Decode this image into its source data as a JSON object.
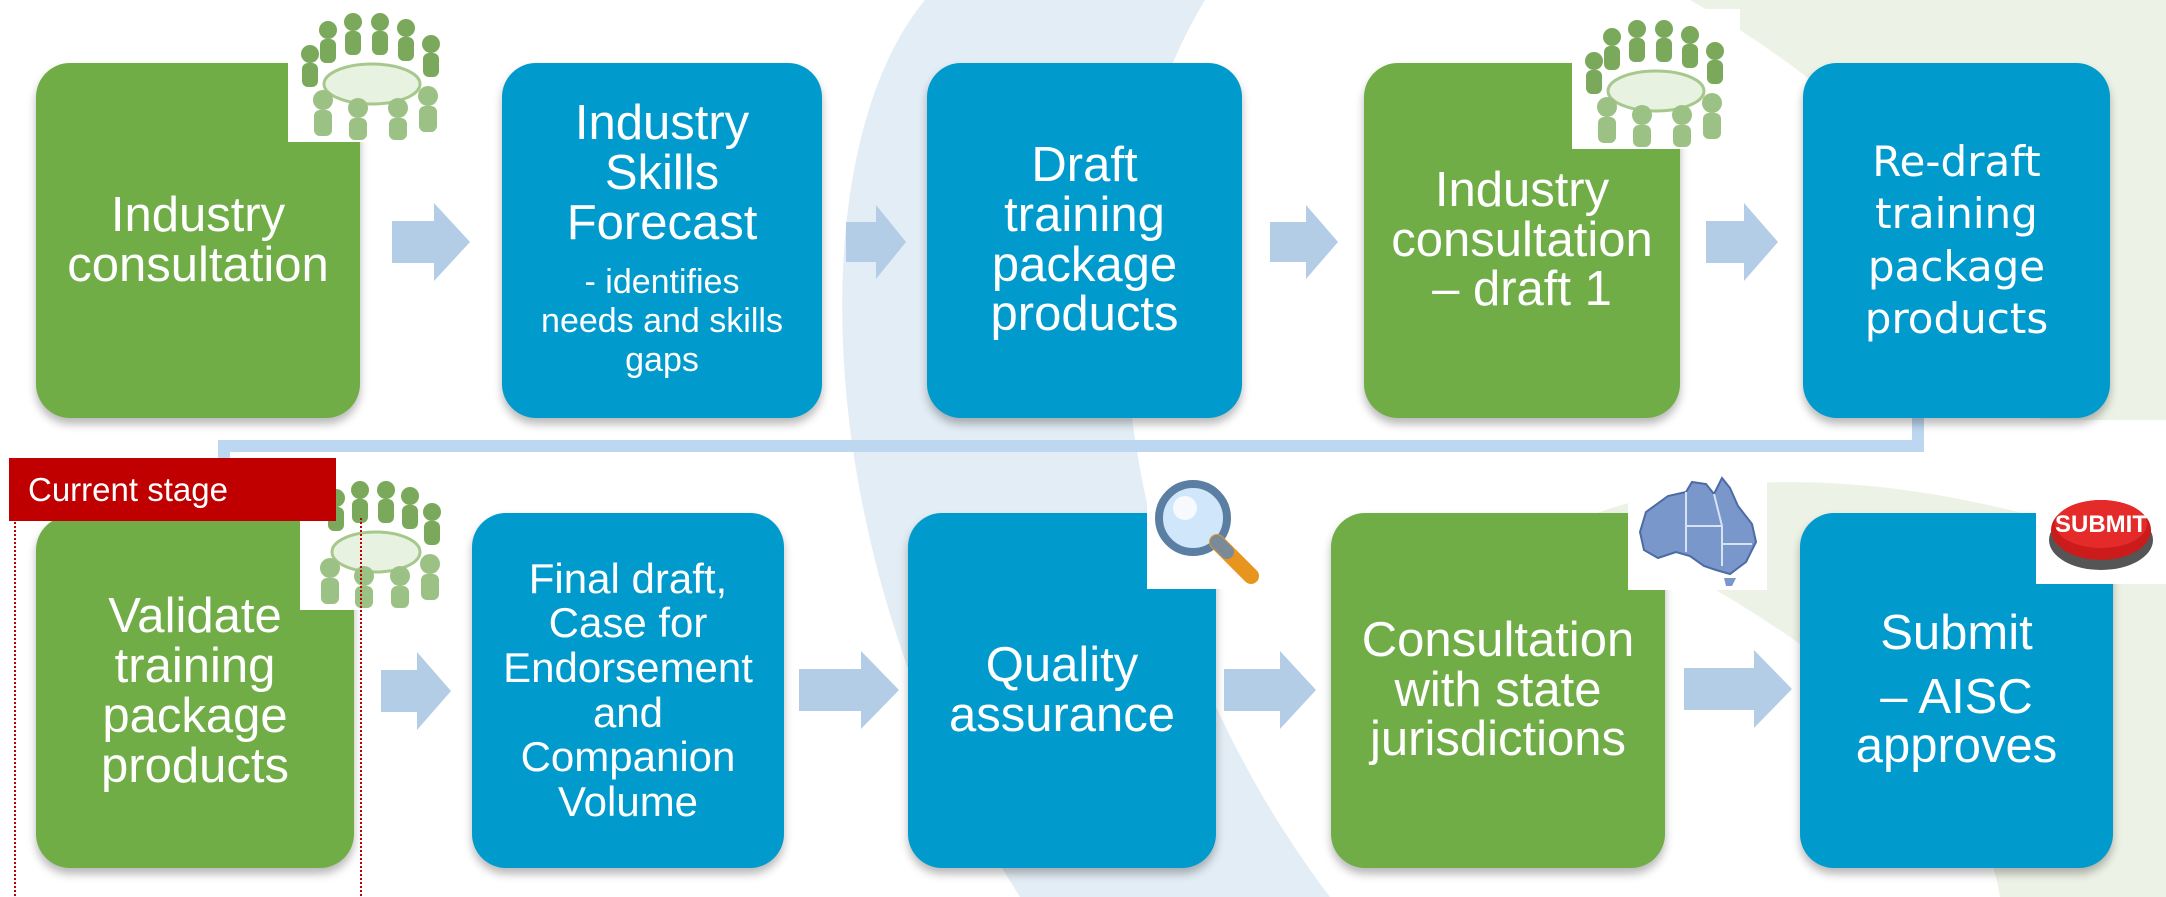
{
  "colors": {
    "green": "#70ad47",
    "blue": "#009acd",
    "arrow": "#b4cde6",
    "connector": "#bcd7ef",
    "current_stage": "#c00000"
  },
  "row1": [
    {
      "title": "Industry\nconsultation",
      "color": "green",
      "icon": "people-meeting-icon"
    },
    {
      "title": "Industry\nSkills\nForecast",
      "subtitle": "- identifies\nneeds and skills\ngaps",
      "color": "blue"
    },
    {
      "title": "Draft\ntraining\npackage\nproducts",
      "color": "blue"
    },
    {
      "title": "Industry\nconsultation\n– draft 1",
      "color": "green",
      "icon": "people-meeting-icon"
    },
    {
      "title": "Re-draft\ntraining\npackage\nproducts",
      "color": "blue"
    }
  ],
  "row2": [
    {
      "title": "Validate\ntraining\npackage\nproducts",
      "color": "green",
      "icon": "people-meeting-icon"
    },
    {
      "title": "Final draft,\nCase for\nEndorsement\nand\nCompanion\nVolume",
      "color": "blue"
    },
    {
      "title": "Quality\nassurance",
      "color": "blue",
      "icon": "magnifying-glass-icon"
    },
    {
      "title": "Consultation\nwith state\njurisdictions",
      "color": "green",
      "icon": "australia-map-icon"
    },
    {
      "title": "Submit",
      "title2": "– AISC\napproves",
      "color": "blue",
      "icon": "submit-button-icon",
      "icon_text": "SUBMIT"
    }
  ],
  "current_stage": {
    "label": "Current stage"
  }
}
